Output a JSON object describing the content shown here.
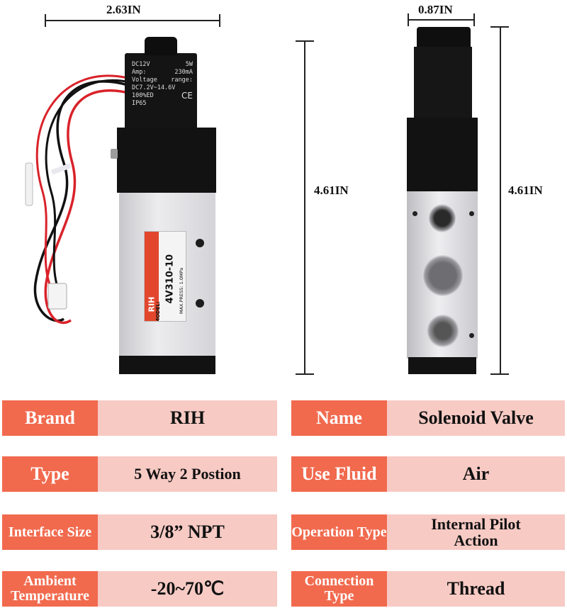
{
  "dimensions": {
    "width_front": "2.63IN",
    "width_side": "0.87IN",
    "height_front": "4.61IN",
    "height_side": "4.61IN"
  },
  "coil_label": {
    "line1_left": "DC12V",
    "line1_right": "5W",
    "line2_left": "Amp:",
    "line2_right": "230mA",
    "line3_left": "Voltage",
    "line3_right": "range:",
    "line4": "DC7.2V~14.6V",
    "line5": "100%ED",
    "line6": "IP65",
    "ce_mark": "CE"
  },
  "valve_label": {
    "brand": "RIH",
    "model_prefix": "MODEL:",
    "model": "4V310-10",
    "pressure": "MAX.PRESS: 1.0MPa"
  },
  "specs": {
    "brand_key": "Brand",
    "brand_val": "RIH",
    "name_key": "Name",
    "name_val": "Solenoid Valve",
    "type_key": "Type",
    "type_val": "5 Way 2 Postion",
    "fluid_key": "Use Fluid",
    "fluid_val": "Air",
    "interface_key": "Interface Size",
    "interface_val": "3/8” NPT",
    "operation_key": "Operation Type",
    "operation_val": "Internal Pilot Action",
    "temp_key": "Ambient Temperature",
    "temp_val": "-20~70℃",
    "connection_key": "Connection Type",
    "connection_val": "Thread"
  },
  "colors": {
    "key_bg": "#f16a4e",
    "val_bg": "#f7cac4",
    "valve_body": "#d9d9dc",
    "coil_black": "#111111",
    "label_red": "#e2472d"
  }
}
